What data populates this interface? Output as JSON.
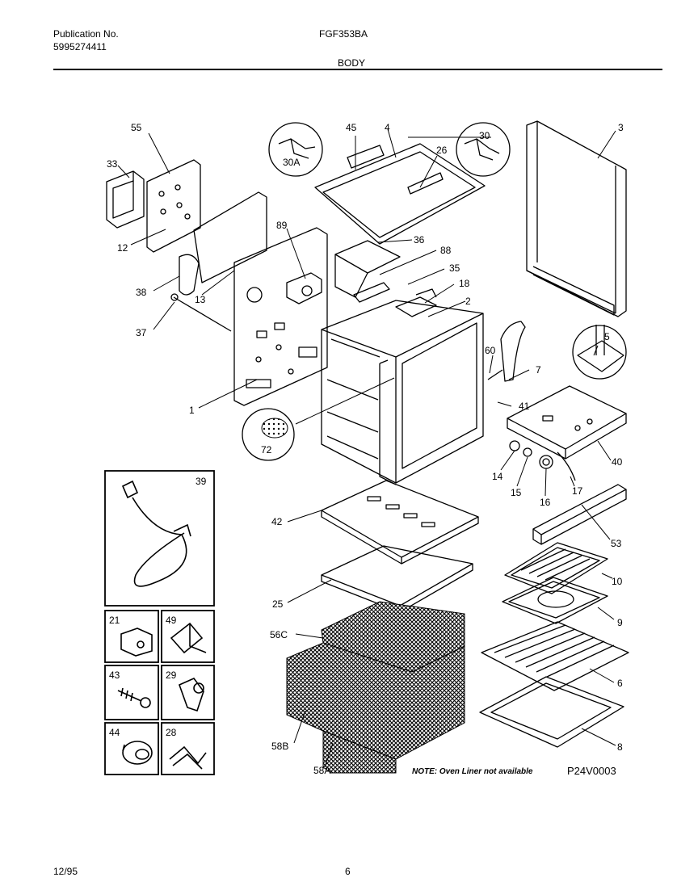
{
  "header": {
    "publication_label": "Publication No.",
    "publication_number": "5995274411",
    "model": "FGF353BA",
    "section": "BODY"
  },
  "parts": [
    "55",
    "33",
    "12",
    "38",
    "37",
    "13",
    "89",
    "1",
    "72",
    "45",
    "4",
    "30A",
    "26",
    "30",
    "36",
    "88",
    "35",
    "18",
    "2",
    "3",
    "5",
    "60",
    "7",
    "41",
    "40",
    "14",
    "15",
    "17",
    "16",
    "53",
    "42",
    "10",
    "9",
    "25",
    "56C",
    "6",
    "58B",
    "58A",
    "8",
    "39",
    "21",
    "49",
    "43",
    "29",
    "44",
    "28"
  ],
  "note": "NOTE: Oven Liner not available",
  "diagram_code": "P24V0003",
  "footer": {
    "date": "12/95",
    "page": "6"
  }
}
